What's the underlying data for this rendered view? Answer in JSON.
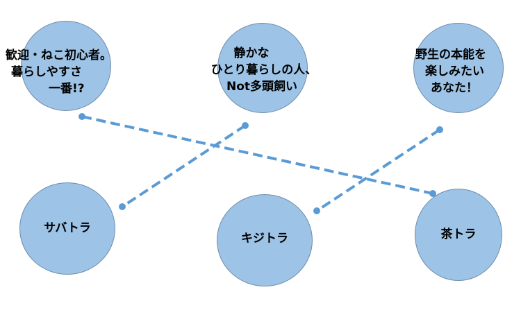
{
  "colors": {
    "node_fill": "#9dc3e6",
    "node_border": "#6e8cab",
    "connector": "#5b9bd5"
  },
  "top_nodes": [
    {
      "id": "beginner",
      "lines": [
        "歓迎・ねこ初心者。",
        "暮らしやすさ",
        "一番!?"
      ]
    },
    {
      "id": "quiet",
      "lines": [
        "静かな",
        "ひとり暮らしの人、",
        "Not多頭飼い"
      ]
    },
    {
      "id": "wild",
      "lines": [
        "野生の本能を",
        "楽しみたい",
        "あなた！"
      ]
    }
  ],
  "bottom_nodes": [
    {
      "id": "saba",
      "label": "サバトラ"
    },
    {
      "id": "kiji",
      "label": "キジトラ"
    },
    {
      "id": "cha",
      "label": "茶トラ"
    }
  ],
  "connections": [
    {
      "from": "beginner",
      "to": "cha"
    },
    {
      "from": "quiet",
      "to": "saba"
    },
    {
      "from": "wild",
      "to": "kiji"
    }
  ]
}
